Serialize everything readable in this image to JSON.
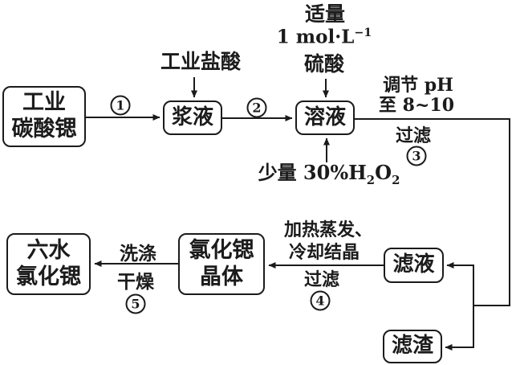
{
  "colors": {
    "ink": "#1b1b1b",
    "background": "#ffffff"
  },
  "flow": {
    "boxes": {
      "industrial_strontium_carbonate": {
        "line1": "工业",
        "line2": "碳酸锶"
      },
      "slurry": {
        "label": "浆液"
      },
      "solution": {
        "label": "溶液"
      },
      "filtrate": {
        "label": "滤液"
      },
      "filter_residue": {
        "label": "滤渣"
      },
      "strontium_chloride_crystal": {
        "line1": "氯化锶",
        "line2": "晶体"
      },
      "hexahydrate_product": {
        "line1": "六水",
        "line2": "氯化锶"
      }
    },
    "inputs": {
      "industrial_hydrochloric_acid": "工业盐酸",
      "sulfuric_acid": {
        "amount": "适量",
        "concentration_base": "1 mol·L",
        "concentration_exp": "−1",
        "name": "硫酸"
      },
      "hydrogen_peroxide": {
        "prefix": "少量 30%H",
        "sub_a": "2",
        "mid": "O",
        "sub_b": "2"
      }
    },
    "annotations": {
      "adjust_ph_line1": "调节 pH",
      "adjust_ph_line2": "至 8~10",
      "filter_after_ph": "过滤",
      "heat_evaporate": "加热蒸发、",
      "cool_crystallize": "冷却结晶",
      "filter_crystal": "过滤",
      "wash": "洗涤",
      "dry": "干燥"
    },
    "steps": {
      "s1": "1",
      "s2": "2",
      "s3": "3",
      "s4": "4",
      "s5": "5"
    }
  }
}
